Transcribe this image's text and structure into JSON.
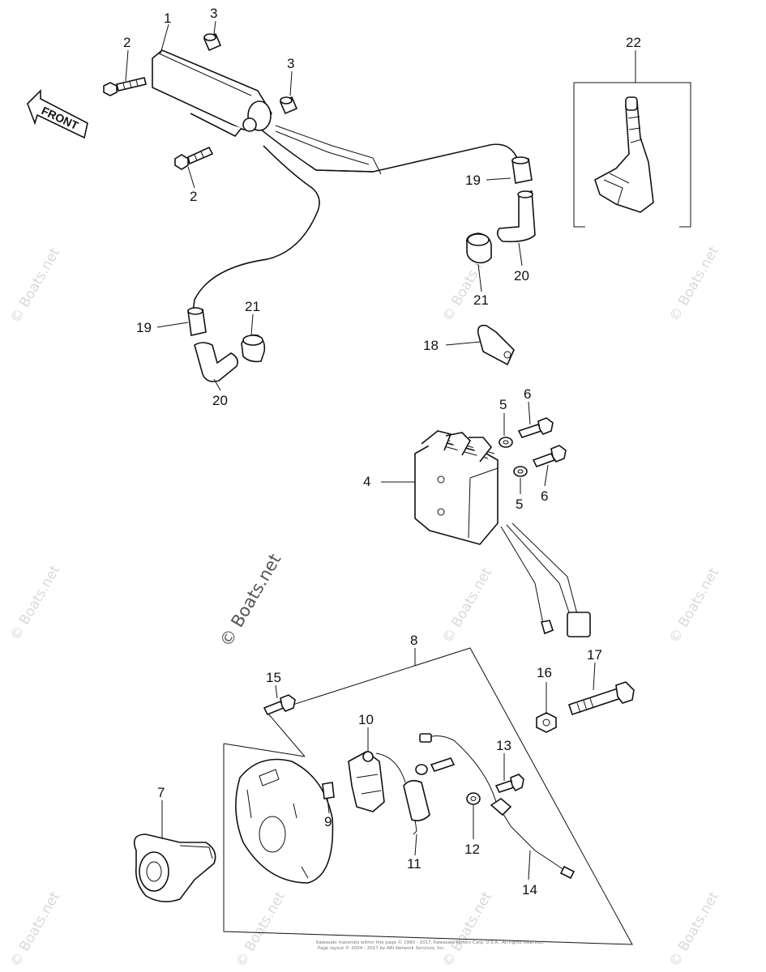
{
  "diagram": {
    "front_arrow_label": "FRONT",
    "watermarks": {
      "text": "© Boats.net",
      "center_text": "© Boats.net"
    },
    "callouts": {
      "c1": "1",
      "c2a": "2",
      "c2b": "2",
      "c3a": "3",
      "c3b": "3",
      "c4": "4",
      "c5a": "5",
      "c5b": "5",
      "c6a": "6",
      "c6b": "6",
      "c7": "7",
      "c8": "8",
      "c9": "9",
      "c10": "10",
      "c11": "11",
      "c12": "12",
      "c13": "13",
      "c14": "14",
      "c15": "15",
      "c16": "16",
      "c17": "17",
      "c18": "18",
      "c19a": "19",
      "c19b": "19",
      "c20a": "20",
      "c20b": "20",
      "c21a": "21",
      "c21b": "21",
      "c22": "22"
    },
    "footer": {
      "line1": "Kawasaki materials within this page © 1980 - 2017, Kawasaki Motors Corp. U.S.A., All rights reserved.",
      "line2": "Page layout © 2004 - 2017 by ARI Network Services, Inc."
    }
  }
}
